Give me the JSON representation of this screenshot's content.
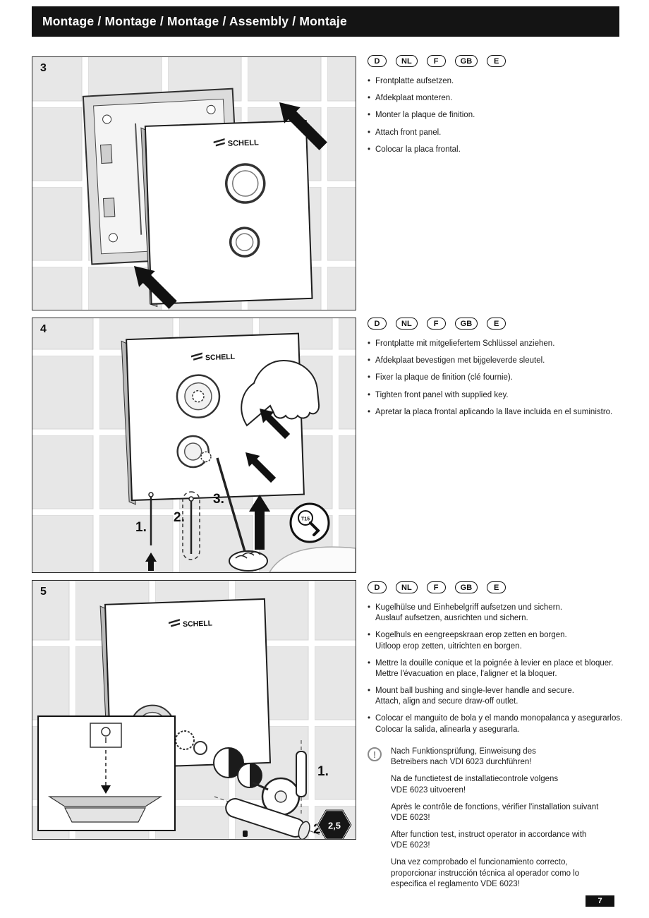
{
  "header": {
    "title": "Montage / Montage / Montage / Assembly / Montaje"
  },
  "languages": [
    "D",
    "NL",
    "F",
    "GB",
    "E"
  ],
  "page_number": "7",
  "steps": [
    {
      "number": "3",
      "instructions": [
        "Frontplatte aufsetzen.",
        "Afdekplaat monteren.",
        "Monter la plaque de finition.",
        "Attach front panel.",
        "Colocar la placa frontal."
      ]
    },
    {
      "number": "4",
      "instructions": [
        "Frontplatte mit mitgeliefertem Schlüssel anziehen.",
        "Afdekplaat bevestigen met bijgeleverde sleutel.",
        "Fixer la plaque de finition (clé fournie).",
        "Tighten front panel with supplied key.",
        "Apretar la placa frontal aplicando la llave incluida en el suministro."
      ]
    },
    {
      "number": "5",
      "instructions": [
        "Kugelhülse und Einhebelgriff aufsetzen und sichern.\nAuslauf aufsetzen, ausrichten und sichern.",
        "Kogelhuls en eengreepskraan erop zetten en borgen.\nUitloop erop zetten, uitrichten en borgen.",
        "Mettre la douille conique et la poignée à levier en place et bloquer.\nMettre l'évacuation en place, l'aligner et la bloquer.",
        "Mount ball bushing and single-lever handle and secure.\nAttach, align and secure draw-off outlet.",
        "Colocar el manguito de bola y el mando monopalanca y asegurarlos.\nColocar la salida, alinearla y asegurarla."
      ]
    }
  ],
  "warning": {
    "icon": "!",
    "paragraphs": [
      "Nach Funktionsprüfung, Einweisung des\nBetreibers nach VDI 6023 durchführen!",
      "Na de functietest de installatiecontrole volgens\nVDE 6023 uitvoeren!",
      "Après le contrôle de fonctions, vérifier l'installation suivant\nVDE 6023!",
      "After function test, instruct operator in accordance with\nVDE 6023!",
      "Una vez comprobado el funcionamiento correcto,\nproporcionar instrucción técnica al operador como lo\nespecifica el reglamento VDE 6023!"
    ]
  },
  "figures": {
    "brand": "SCHELL",
    "step4_labels": {
      "n1": "1.",
      "n2": "2.",
      "n3": "3.",
      "tool": "T15"
    },
    "step5_labels": {
      "n1": "1.",
      "n2": "2.",
      "tool": "2,5"
    }
  },
  "colors": {
    "header_bg": "#141414",
    "tile": "#e7e7e7",
    "ink": "#1a1a1a"
  }
}
